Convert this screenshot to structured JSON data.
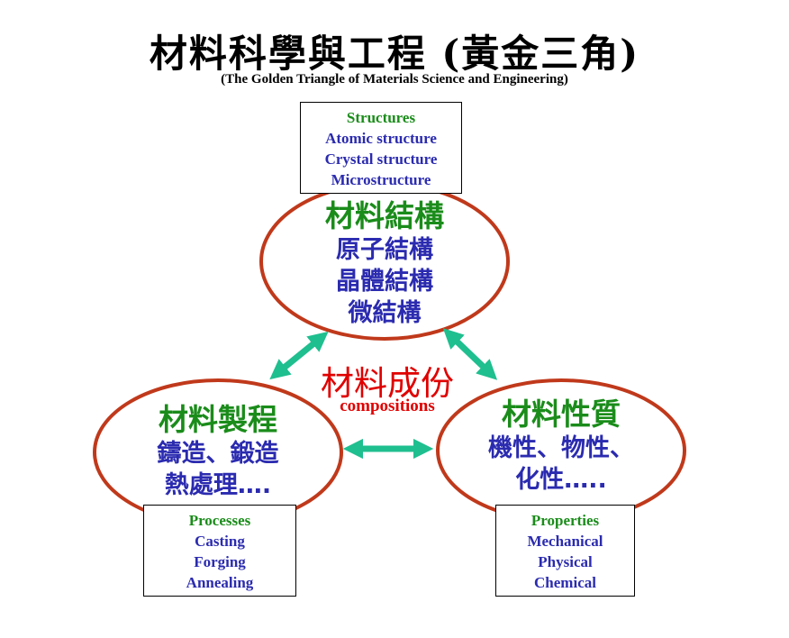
{
  "title": "材料科學與工程 (黃金三角)",
  "subtitle": "(The Golden Triangle of Materials Science and Engineering)",
  "center": {
    "zh": "材料成份",
    "en": "compositions"
  },
  "nodes": {
    "structure": {
      "zh_title": "材料結構",
      "zh_lines": [
        "原子結構",
        "晶體結構",
        "微結構"
      ],
      "box": {
        "head": "Structures",
        "items": [
          "Atomic structure",
          "Crystal structure",
          "Microstructure"
        ]
      }
    },
    "processing": {
      "zh_title": "材料製程",
      "zh_lines": [
        "鑄造、鍛造",
        "熱處理…."
      ],
      "box": {
        "head": "Processes",
        "items": [
          "Casting",
          "Forging",
          "Annealing"
        ]
      }
    },
    "properties": {
      "zh_title": "材料性質",
      "zh_lines": [
        "機性、物性、",
        "化性….."
      ],
      "box": {
        "head": "Properties",
        "items": [
          "Mechanical",
          "Physical",
          "Chemical"
        ]
      }
    }
  },
  "colors": {
    "ellipse_stroke": "#c0391b",
    "arrow": "#1fbf8f",
    "heading_green": "#1a8c1a",
    "text_blue": "#2b2bb0",
    "center_red": "#e00000"
  }
}
